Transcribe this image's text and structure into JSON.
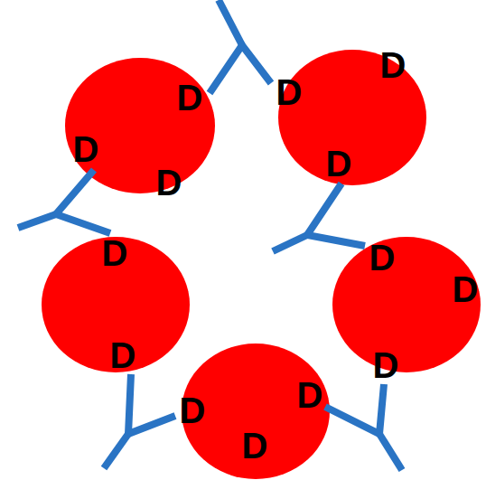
{
  "diagram": {
    "nodes": [
      {
        "text": [
          "D",
          "D",
          "D"
        ]
      },
      {
        "text": [
          "D",
          "D",
          "D"
        ]
      },
      {
        "text": [
          "D",
          "D"
        ]
      },
      {
        "text": [
          "D",
          "D",
          "D"
        ]
      },
      {
        "text": [
          "D",
          "D",
          "D"
        ]
      }
    ],
    "edges": [
      {
        "from": 0,
        "to": 1,
        "arrow": "none"
      },
      {
        "from": 0,
        "to": 2,
        "arrow": "none"
      },
      {
        "from": 1,
        "to": 3,
        "arrow": "none"
      },
      {
        "from": 2,
        "to": 4,
        "arrow": "none"
      },
      {
        "from": 3,
        "to": 4,
        "arrow": "none"
      }
    ]
  }
}
